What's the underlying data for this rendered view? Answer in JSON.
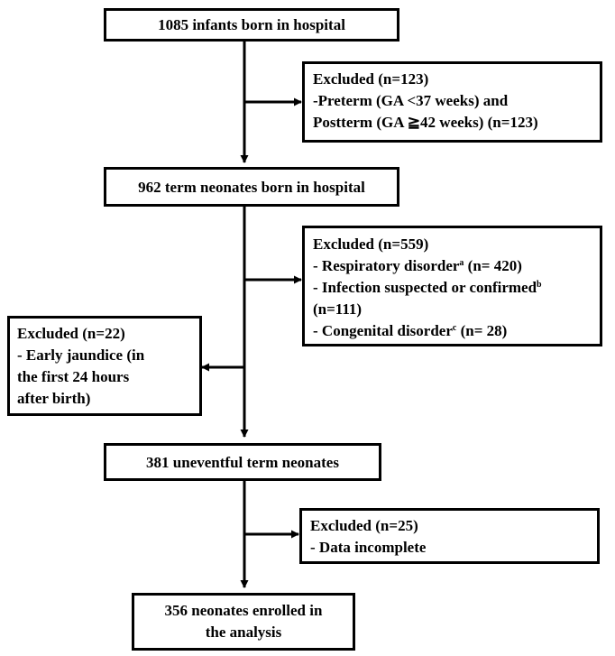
{
  "flowchart": {
    "start": "1085 infants born in hospital",
    "term": "962 term neonates born in hospital",
    "uneventful": "381 uneventful term neonates",
    "enrolled": {
      "line1": "356 neonates enrolled in",
      "line2": "the analysis"
    },
    "exclusions": [
      {
        "title": "Excluded (n=123)",
        "lines": [
          "-Preterm (GA <37 weeks) and",
          "Postterm (GA ≧42 weeks) (n=123)"
        ]
      },
      {
        "title": "Excluded (n=559)",
        "items": [
          {
            "text": "- Respiratory disorder",
            "sup": "a",
            "tail": " (n= 420)"
          },
          {
            "text": "- Infection suspected or confirmed",
            "sup": "b",
            "tail": ""
          },
          {
            "text": "(n=111)",
            "sup": "",
            "tail": ""
          },
          {
            "text": "- Congenital disorder",
            "sup": "c",
            "tail": " (n= 28)"
          }
        ]
      },
      {
        "title": "Excluded (n=22)",
        "lines": [
          "- Early jaundice (in",
          "the first 24 hours",
          "after birth)"
        ]
      },
      {
        "title": "Excluded (n=25)",
        "lines": [
          "- Data incomplete"
        ]
      }
    ]
  }
}
